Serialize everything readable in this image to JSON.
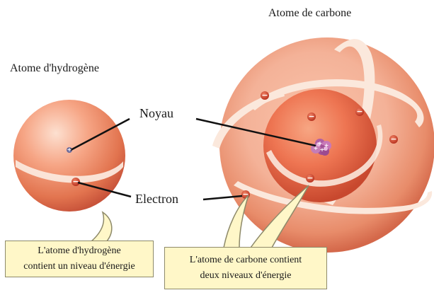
{
  "titles": {
    "hydrogen": "Atome d'hydrogène",
    "carbon": "Atome de carbone"
  },
  "labels": {
    "nucleus": "Noyau",
    "electron": "Electron"
  },
  "callouts": {
    "hydrogen": {
      "line1": "L'atome d'hydrogène",
      "line2": "contient un niveau d'énergie"
    },
    "carbon": {
      "line1": "L'atome de carbone contient",
      "line2": "deux niveaux d'énergie"
    }
  },
  "symbols": {
    "electron_charge": "−",
    "nucleus_charge": "+"
  },
  "colors": {
    "sphere_core": "#f59a78",
    "sphere_edge": "#c8533a",
    "orbit_ring": "#fbe8dc",
    "electron_red": "#d8432f",
    "callout_fill": "#fff7c8",
    "callout_border": "#8e8a6a",
    "nucleus_purple": "#b05fa5"
  },
  "electron_counts": {
    "hydrogen": 1,
    "carbon": 6
  }
}
